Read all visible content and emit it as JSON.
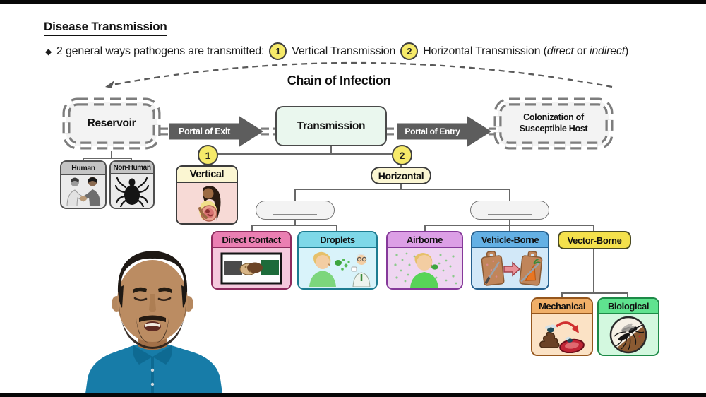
{
  "slide": {
    "title": "Disease Transmission",
    "bullet": {
      "marker": "◆",
      "lead": "2 general ways pathogens are transmitted:",
      "point1": {
        "badge": "1",
        "label": "Vertical Transmission"
      },
      "point2": {
        "badge": "2",
        "label_pre": "Horizontal Transmission (",
        "em1": "direct",
        "mid": " or ",
        "em2": "indirect",
        "post": ")"
      }
    }
  },
  "diagram": {
    "title": "Chain of Infection",
    "nodes": {
      "reservoir": {
        "label": "Reservoir"
      },
      "portal_of_exit": {
        "label": "Portal of Exit"
      },
      "transmission": {
        "label": "Transmission"
      },
      "portal_of_entry": {
        "label": "Portal of Entry"
      },
      "colonization": {
        "line1": "Colonization of",
        "line2": "Susceptible Host"
      }
    },
    "reservoir_types": [
      {
        "label": "Human",
        "icon": "handshake-people-icon"
      },
      {
        "label": "Non-Human",
        "icon": "tick-icon"
      }
    ],
    "branch1": {
      "badge": "1",
      "label": "Vertical",
      "icon": "pregnant-woman-icon"
    },
    "branch2": {
      "badge": "2",
      "label": "Horizontal"
    },
    "horizontal_types": [
      {
        "label": "Direct Contact",
        "icon": "handshake-icon",
        "header_color": "#ea7fb2",
        "body_color": "#f5c9dd"
      },
      {
        "label": "Droplets",
        "icon": "sneeze-droplets-icon",
        "header_color": "#7ed8e8",
        "body_color": "#d9f3fa"
      },
      {
        "label": "Airborne",
        "icon": "airborne-particles-icon",
        "header_color": "#dc9fe6",
        "body_color": "#efd6f1"
      },
      {
        "label": "Vehicle-Borne",
        "icon": "cutting-boards-icon",
        "header_color": "#64b0e4",
        "body_color": "#d2e8f8"
      },
      {
        "label": "Vector-Borne",
        "header_color": "#f4e14c"
      }
    ],
    "vector_types": [
      {
        "label": "Mechanical",
        "icon": "fly-feces-food-icon",
        "header_color": "#f0af68",
        "body_color": "#fbe2c5"
      },
      {
        "label": "Biological",
        "icon": "mosquito-icon",
        "header_color": "#5fe38f",
        "body_color": "#d3f8df"
      }
    ],
    "colors": {
      "badge_yellow": "#f6ea6a",
      "arrow_gray": "#5d5d5d",
      "transmission_fill": "#eaf7ee",
      "chain_gray": "#7d7d7d",
      "cream": "#fbf6d2",
      "vertical_body_pink": "#f7dad6"
    }
  }
}
